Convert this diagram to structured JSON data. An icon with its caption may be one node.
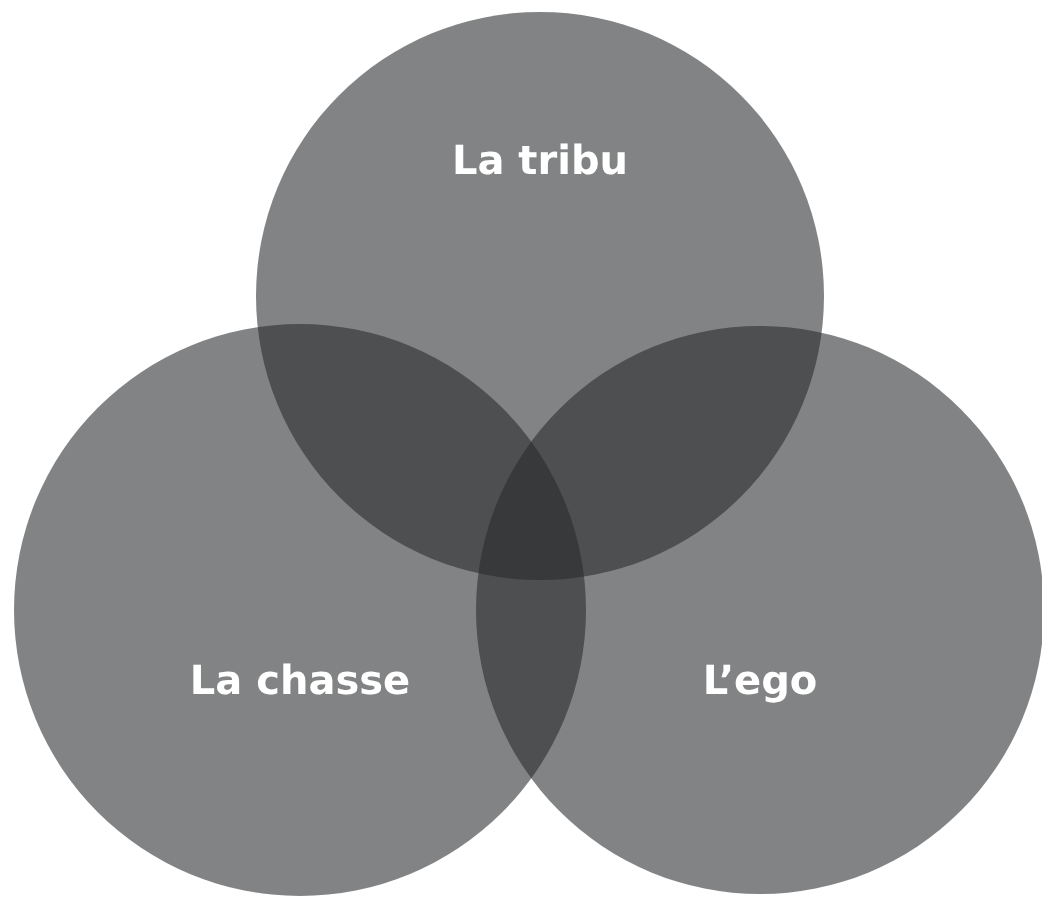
{
  "diagram": {
    "nodes": [
      {
        "text": [
          "La tribu"
        ]
      },
      {
        "text": [
          "La chasse"
        ]
      },
      {
        "text": [
          "L’ego"
        ]
      }
    ]
  }
}
